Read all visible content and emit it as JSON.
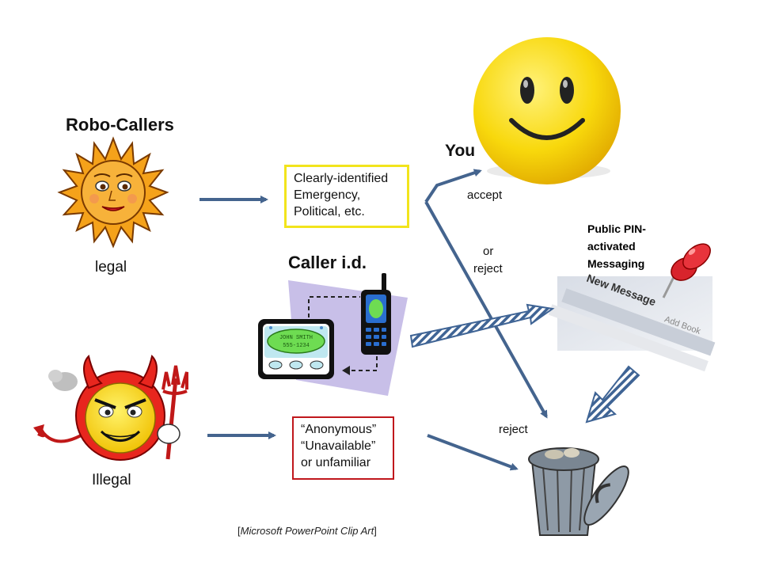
{
  "robo_callers": {
    "title": "Robo-Callers",
    "legal_label": "legal",
    "illegal_label": "Illegal"
  },
  "you": {
    "label": "You"
  },
  "caller_id": {
    "title": "Caller i.d."
  },
  "legal_box": {
    "lines": [
      "Clearly-identified",
      "Emergency,",
      "Political, etc."
    ],
    "border_color": "#f2e41c"
  },
  "illegal_box": {
    "lines": [
      "“Anonymous”",
      "“Unavailable”",
      "or unfamiliar"
    ],
    "border_color": "#c0171c"
  },
  "flow_labels": {
    "accept": "accept",
    "or": "or",
    "reject_1": "reject",
    "reject_2": "reject"
  },
  "messaging": {
    "title_lines": [
      "Public PIN-",
      "activated",
      "Messaging"
    ],
    "screen_text": "New Message",
    "screen_button": "Add Book"
  },
  "pager_screen_text": [
    "JOHN SMITH",
    "555-1234"
  ],
  "caption": {
    "open": "[",
    "text": "Microsoft PowerPoint Clip Art",
    "close": "]"
  },
  "colors": {
    "arrow": "#44648e",
    "hatched_arrow": "#3f6495",
    "smiley_face": "#f8d80c",
    "devil": "#e8261e",
    "sun": "#f5a21a"
  }
}
